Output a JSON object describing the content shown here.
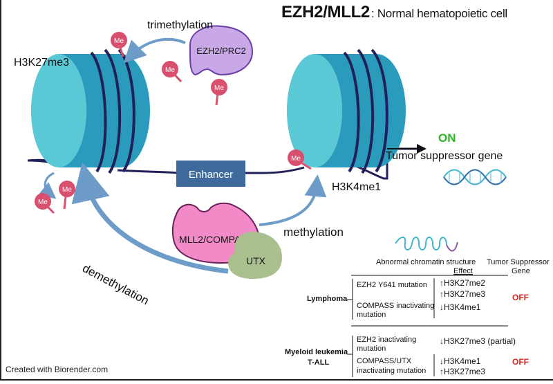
{
  "title": {
    "main": "EZH2/MLL2",
    "sub": ": Normal hematopoietic cell"
  },
  "labels": {
    "h3k27me3": "H3K27me3",
    "h3k4me1": "H3K4me1",
    "trimethylation": "trimethylation",
    "methylation": "methylation",
    "demethylation": "demethylation",
    "ezh2_prc2": "EZH2/PRC2",
    "mll2_compass": "MLL2/COMPASS",
    "utx": "UTX",
    "enhancer": "Enhancer",
    "on": "ON",
    "tumor_suppressor_gene": "Tumor suppressor gene",
    "me": "Me"
  },
  "legend": {
    "col_chromatin": "Abnormal chromatin structure",
    "col_effect": "Effect",
    "col_tsg_line1": "Tumor Suppressor",
    "col_tsg_line2": "Gene"
  },
  "table": {
    "lymphoma": "Lymphoma",
    "ezh2_y641": "EZH2 Y641 mutation",
    "compass_inact_1": "COMPASS inactivating",
    "compass_inact_2": "mutation",
    "effect_up_me2": "↑H3K27me2",
    "effect_up_me3": "↑H3K27me3",
    "effect_down_me1": "↓H3K4me1",
    "off_1": "OFF",
    "myeloid_leukemia": "Myeloid leukemia",
    "t_all": "T-ALL",
    "ezh2_inact_1": "EZH2 inactivating",
    "ezh2_inact_2": "mutation",
    "compass_utx_1": "COMPASS/UTX",
    "compass_utx_2": "inactivating mutation",
    "effect_down_me3_partial": "↓H3K27me3 (partial)",
    "effect_down_me1_2": "↓H3K4me1",
    "effect_up_me3_2": "↑H3K27me3",
    "off_2": "OFF"
  },
  "credit": "Created with Biorender.com",
  "colors": {
    "nucleosome_light": "#5bc8d6",
    "nucleosome_dark": "#2a9bbd",
    "dna_strand": "#22205a",
    "enhancer_box": "#3e6a9c",
    "prc2": "#c9a8e8",
    "compass": "#f28ac8",
    "utx": "#a9c08e",
    "me_tag": "#d9506e",
    "arrow": "#6c9cc7",
    "on_green": "#2bb51f",
    "off_red": "#d0271d"
  }
}
